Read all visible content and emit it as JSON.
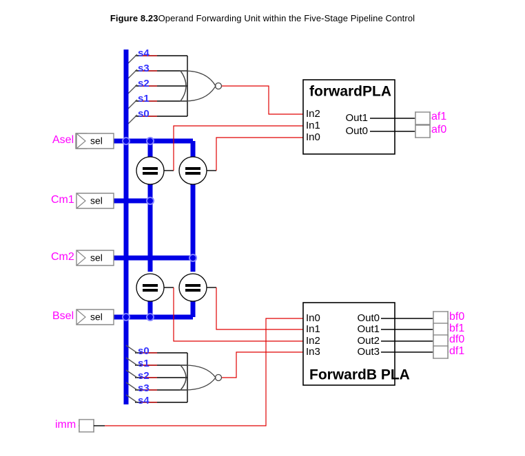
{
  "figure": {
    "number": "Figure 8.23",
    "caption": "Operand Forwarding Unit within the Five-Stage Pipeline Control"
  },
  "colors": {
    "bus_blue": "#0000e6",
    "wire_red": "#e00000",
    "label_blue": "#3333ff",
    "label_pink": "#ff00ff",
    "outline_black": "#000000"
  },
  "input_ports": [
    {
      "name": "Asel",
      "pin": "sel"
    },
    {
      "name": "Cm1",
      "pin": "sel"
    },
    {
      "name": "Cm2",
      "pin": "sel"
    },
    {
      "name": "Bsel",
      "pin": "sel"
    }
  ],
  "imm_port": {
    "name": "imm"
  },
  "top_gate": {
    "type": "nor-gate",
    "inputs": [
      "s4",
      "s3",
      "s2",
      "s1",
      "s0"
    ]
  },
  "bottom_gate": {
    "type": "nor-gate",
    "inputs": [
      "s0",
      "s1",
      "s2",
      "s3",
      "s4"
    ]
  },
  "comparators": [
    {
      "id": "cmp-a1",
      "symbol": "="
    },
    {
      "id": "cmp-a2",
      "symbol": "="
    },
    {
      "id": "cmp-b1",
      "symbol": "="
    },
    {
      "id": "cmp-b2",
      "symbol": "="
    }
  ],
  "forward_pla": {
    "title": "forwardPLA",
    "title_position": "top",
    "inputs": [
      "In2",
      "In1",
      "In0"
    ],
    "outputs": [
      "Out1",
      "Out0"
    ],
    "output_ports": [
      "af1",
      "af0"
    ]
  },
  "forwardb_pla": {
    "title": "ForwardB PLA",
    "title_position": "bottom",
    "inputs": [
      "In0",
      "In1",
      "In2",
      "In3"
    ],
    "outputs": [
      "Out0",
      "Out1",
      "Out2",
      "Out3"
    ],
    "output_ports": [
      "bf0",
      "bf1",
      "df0",
      "df1"
    ]
  }
}
